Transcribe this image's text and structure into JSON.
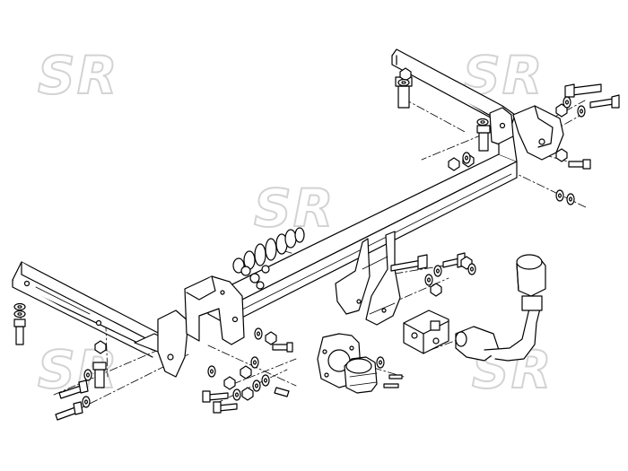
{
  "watermark": {
    "text": "SR",
    "color": "#d3d3d3"
  },
  "drawing": {
    "line_color": "#000000",
    "background": "#ffffff",
    "components": [
      "main-crossbar",
      "left-side-bracket",
      "right-side-bracket",
      "center-mounting-plates",
      "spring-spacer",
      "ball-mount-block",
      "tow-ball-neck",
      "tow-ball-cap",
      "electrical-socket",
      "socket-plate",
      "bolts",
      "nuts",
      "washers"
    ]
  }
}
